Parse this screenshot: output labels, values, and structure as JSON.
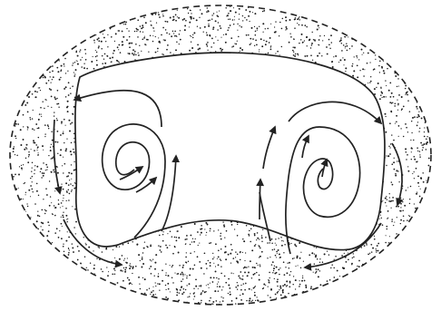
{
  "diagram": {
    "stroke_color": "#222222",
    "dot_color": "#1a1a1a",
    "background_color": "#ffffff",
    "region_fill": "stippled",
    "boundary_style": "dashed",
    "icons": [
      "left-vortex-spiral",
      "right-vortex-spiral",
      "flow-arrows"
    ]
  }
}
